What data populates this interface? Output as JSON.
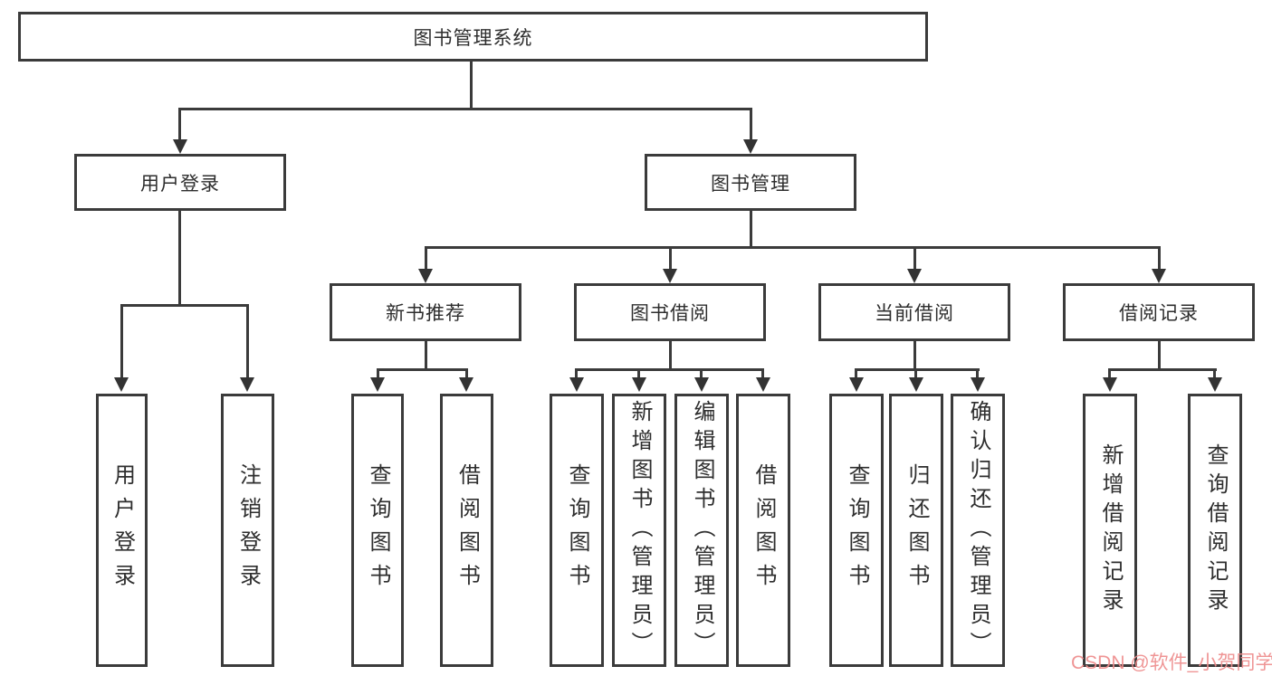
{
  "diagram": {
    "root": {
      "label": "图书管理系统"
    },
    "branches": [
      {
        "label": "用户登录",
        "children": [
          {
            "label": "用户登录"
          },
          {
            "label": "注销登录"
          }
        ]
      },
      {
        "label": "图书管理",
        "children": [
          {
            "label": "新书推荐",
            "children": [
              {
                "label": "查询图书"
              },
              {
                "label": "借阅图书"
              }
            ]
          },
          {
            "label": "图书借阅",
            "children": [
              {
                "label": "查询图书"
              },
              {
                "label": "新增图书（管理员）"
              },
              {
                "label": "编辑图书（管理员）"
              },
              {
                "label": "借阅图书"
              }
            ]
          },
          {
            "label": "当前借阅",
            "children": [
              {
                "label": "查询图书"
              },
              {
                "label": "归还图书"
              },
              {
                "label": "确认归还（管理员）"
              }
            ]
          },
          {
            "label": "借阅记录",
            "children": [
              {
                "label": "新增借阅记录"
              },
              {
                "label": "查询借阅记录"
              }
            ]
          }
        ]
      }
    ]
  },
  "watermark": {
    "text": "CSDN @软件_小贺同学",
    "color": "#ee8d8d"
  },
  "colors": {
    "line": "#3b3b3b",
    "box_border": "#3b3b3b",
    "text": "#2e2e2e",
    "background": "#ffffff"
  }
}
